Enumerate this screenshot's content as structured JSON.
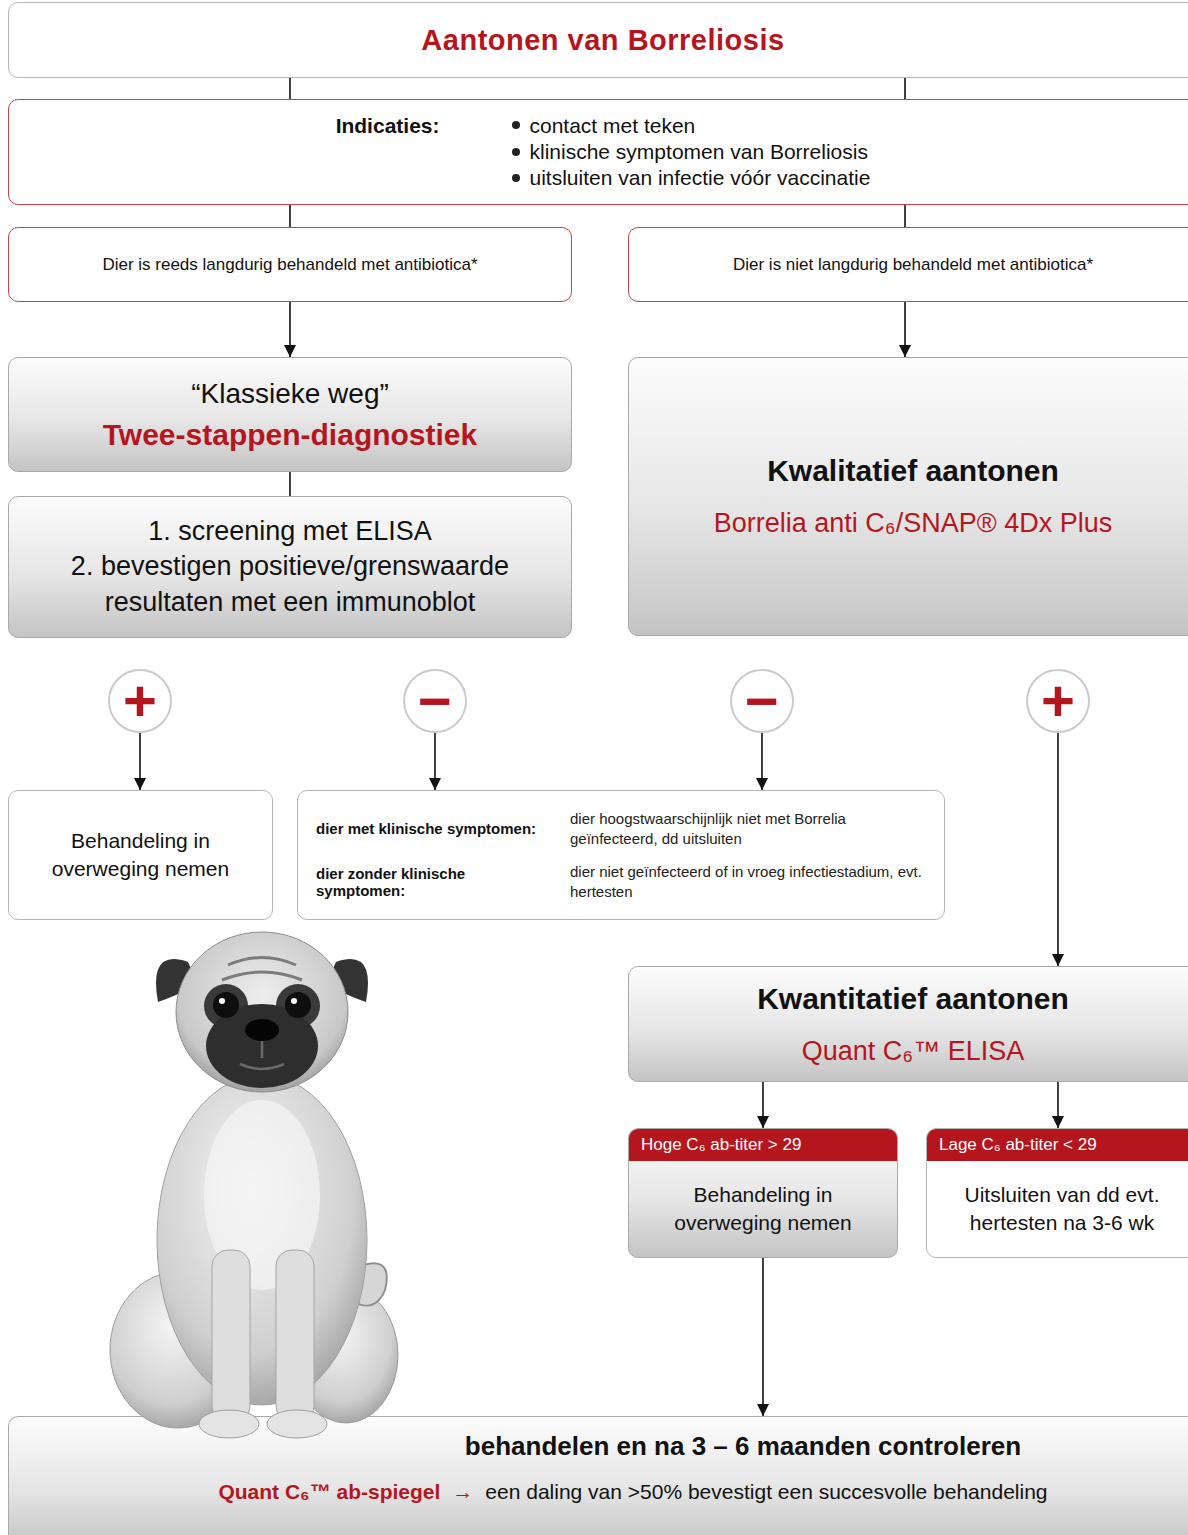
{
  "diagram": {
    "nodes": [
      {
        "text": [
          "Aantonen van Borreliosis"
        ]
      },
      {
        "text": [
          "Indicaties:",
          "contact met teken",
          "klinische symptomen van Borreliosis",
          "uitsluiten van infectie vóór vaccinatie"
        ]
      },
      {
        "text": [
          "Dier is reeds langdurig behandeld met antibiotica*"
        ]
      },
      {
        "text": [
          "Dier is niet langdurig behandeld met antibiotica*"
        ]
      },
      {
        "text": [
          "“Klassieke weg”",
          "Twee-stappen-diagnostiek"
        ]
      },
      {
        "text": [
          "1. screening met ELISA",
          "2. bevestigen positieve/grenswaarde resultaten met een immunoblot"
        ]
      },
      {
        "text": [
          "Kwalitatief aantonen",
          "Borrelia anti C₆/SNAP® 4Dx Plus"
        ]
      },
      {
        "text": [
          "+"
        ]
      },
      {
        "text": [
          "−"
        ]
      },
      {
        "text": [
          "−"
        ]
      },
      {
        "text": [
          "+"
        ]
      },
      {
        "text": [
          "Behandeling in overweging nemen"
        ]
      },
      {
        "text": [
          "dier met klinische symptomen:",
          "dier hoogstwaarschijnlijk niet met Borrelia geïnfecteerd, dd uitsluiten",
          "dier zonder klinische symptomen:",
          "dier niet geïnfecteerd of in vroeg infectiestadium, evt. hertesten"
        ]
      },
      {
        "text": [
          "Kwantitatief aantonen",
          "Quant C₆™ ELISA"
        ]
      },
      {
        "text": [
          "Hoge C₆ ab-titer > 29",
          "Behandeling in overweging nemen"
        ]
      },
      {
        "text": [
          "Lage C₆ ab-titer < 29",
          "Uitsluiten van dd evt. hertesten na 3-6 wk"
        ]
      },
      {
        "text": [
          "behandelen en na 3 – 6 maanden controleren",
          "Quant C₆™ ab-spiegel",
          "→",
          "een daling van >50% bevestigt een succesvolle behandeling"
        ]
      }
    ],
    "edges": [
      {
        "from": 0,
        "to": 1,
        "arrow": "none"
      },
      {
        "from": 0,
        "to": 1,
        "arrow": "none"
      },
      {
        "from": 1,
        "to": 2,
        "arrow": "none"
      },
      {
        "from": 1,
        "to": 3,
        "arrow": "none"
      },
      {
        "from": 2,
        "to": 4,
        "arrow": "to"
      },
      {
        "from": 3,
        "to": 6,
        "arrow": "to"
      },
      {
        "from": 4,
        "to": 5,
        "arrow": "none"
      },
      {
        "from": 7,
        "to": 11,
        "arrow": "to"
      },
      {
        "from": 8,
        "to": 12,
        "arrow": "to"
      },
      {
        "from": 9,
        "to": 12,
        "arrow": "to"
      },
      {
        "from": 10,
        "to": 13,
        "arrow": "to"
      },
      {
        "from": 13,
        "to": 14,
        "arrow": "to"
      },
      {
        "from": 13,
        "to": 15,
        "arrow": "to"
      },
      {
        "from": 14,
        "to": 16,
        "arrow": "to"
      }
    ]
  }
}
